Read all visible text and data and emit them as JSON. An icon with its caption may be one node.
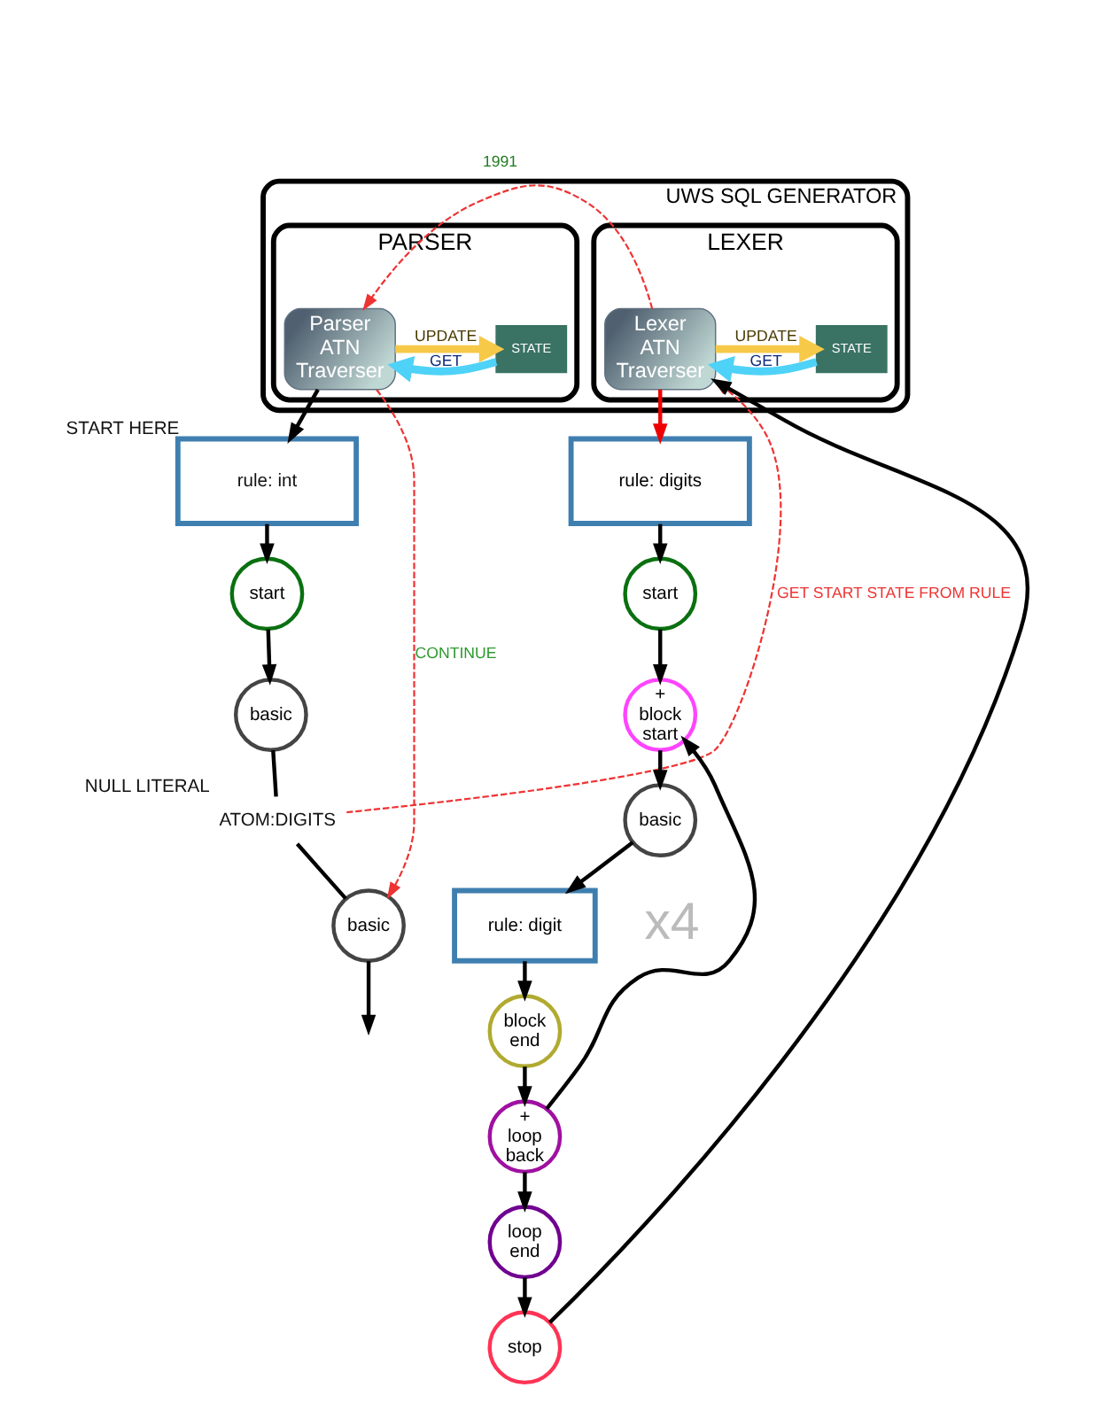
{
  "diagram": {
    "nodes": [
      {
        "text": [
          "UWS SQL GENERATOR"
        ]
      },
      {
        "text": [
          "PARSER"
        ],
        "in": 0
      },
      {
        "text": [
          "STATE"
        ],
        "in": 1
      },
      {
        "text": [
          "Parser ATN Traverser"
        ],
        "in": 1
      },
      {
        "text": [
          "LEXER"
        ],
        "in": 0
      },
      {
        "text": [
          "STATE"
        ],
        "in": 4
      },
      {
        "text": [
          "Lexer ATN Traverser"
        ],
        "in": 4
      },
      {
        "text": [
          "rule: int"
        ],
        "beside": [
          "START HERE"
        ]
      },
      {
        "text": [
          "start"
        ]
      },
      {
        "text": [
          "basic"
        ]
      },
      {
        "text": [
          "basic"
        ]
      },
      {
        "text": [
          "ATOM:DIGITS"
        ],
        "beside": [
          "NULL LITERAL"
        ]
      },
      {
        "text": [
          "rule: digits"
        ]
      },
      {
        "text": [
          "start"
        ]
      },
      {
        "text": [
          "+ block start"
        ]
      },
      {
        "text": [
          "basic"
        ]
      },
      {
        "text": [
          "rule: digit"
        ]
      },
      {
        "text": [
          "block end"
        ]
      },
      {
        "text": [
          "+ loop back"
        ]
      },
      {
        "text": [
          "loop end"
        ]
      },
      {
        "text": [
          "stop"
        ]
      }
    ],
    "edges": [
      {
        "from": 2,
        "to": 3,
        "arrow": "to",
        "label": "GET",
        "style": "thick",
        "color": "#4fd2f7"
      },
      {
        "from": 3,
        "to": 2,
        "arrow": "to",
        "label": "UPDATE",
        "style": "thick",
        "color": "#f7c948"
      },
      {
        "from": 5,
        "to": 6,
        "arrow": "to",
        "label": "GET",
        "style": "thick",
        "color": "#4fd2f7"
      },
      {
        "from": 6,
        "to": 5,
        "arrow": "to",
        "label": "UPDATE",
        "style": "thick",
        "color": "#f7c948"
      },
      {
        "from": 6,
        "to": 3,
        "arrow": "to",
        "label": "1991",
        "style": "dashed",
        "color": "#ee3333"
      },
      {
        "from": 3,
        "to": 7,
        "arrow": "to"
      },
      {
        "from": 7,
        "to": 8,
        "arrow": "to"
      },
      {
        "from": 8,
        "to": 9,
        "arrow": "to"
      },
      {
        "from": 9,
        "to": 11,
        "arrow": "none"
      },
      {
        "from": 11,
        "to": 10,
        "arrow": "none"
      },
      {
        "from": 10,
        "to": null,
        "arrow": "to"
      },
      {
        "from": 11,
        "to": 6,
        "arrow": "to",
        "label": "GET START STATE FROM RULE",
        "style": "dashed",
        "color": "#ee3333"
      },
      {
        "from": 3,
        "to": 10,
        "arrow": "to",
        "label": "CONTINUE",
        "style": "dashed",
        "color": "#ee3333"
      },
      {
        "from": 6,
        "to": 12,
        "arrow": "to",
        "color": "#ee0000"
      },
      {
        "from": 12,
        "to": 13,
        "arrow": "to"
      },
      {
        "from": 13,
        "to": 14,
        "arrow": "to"
      },
      {
        "from": 14,
        "to": 15,
        "arrow": "to"
      },
      {
        "from": 15,
        "to": 16,
        "arrow": "to"
      },
      {
        "from": 16,
        "to": 17,
        "arrow": "to"
      },
      {
        "from": 17,
        "to": 18,
        "arrow": "to"
      },
      {
        "from": 18,
        "to": 14,
        "arrow": "to"
      },
      {
        "from": 18,
        "to": 19,
        "arrow": "to"
      },
      {
        "from": 19,
        "to": 20,
        "arrow": "to"
      },
      {
        "from": 20,
        "to": 6,
        "arrow": "to"
      }
    ],
    "labels": [
      "x4"
    ]
  }
}
